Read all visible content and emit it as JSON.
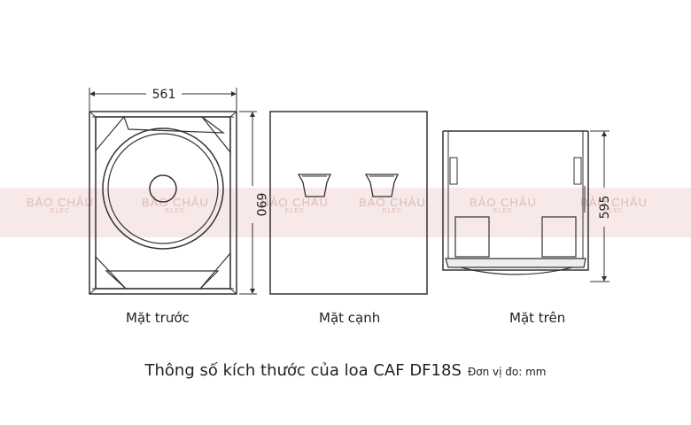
{
  "dimensions": {
    "width": "561",
    "height": "690",
    "depth": "595"
  },
  "views": {
    "front": "Mặt trước",
    "side": "Mặt cạnh",
    "top": "Mặt trên"
  },
  "caption": {
    "title": "Thông số kích thước của loa CAF DF18S",
    "unit": "Đơn vị đo: mm"
  },
  "watermark": {
    "brand": "BẢO CHÂU",
    "sub": "ELEC"
  },
  "colors": {
    "line": "#333333",
    "band": "#f6e9e7",
    "watermark": "#c89696"
  }
}
